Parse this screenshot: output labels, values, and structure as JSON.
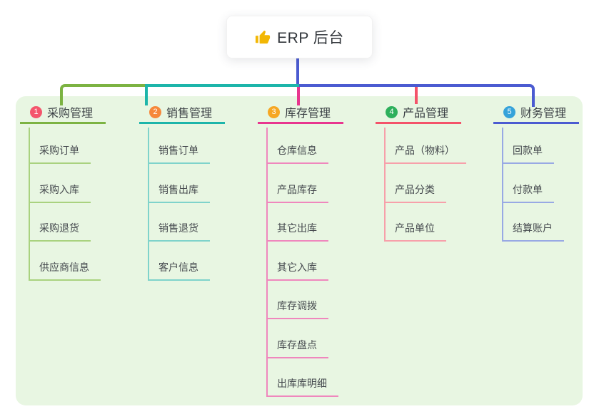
{
  "root": {
    "label": "ERP 后台",
    "icon": "thumbs-up-icon"
  },
  "theme": {
    "canvas_bg": "#ffffff",
    "panel_bg": "#e8f6e2",
    "root_connector_color": "#4b5bd1",
    "root_card_bg": "#ffffff",
    "topic_text_color": "#3a3f44",
    "child_text_color": "#45494e",
    "icon_color": "#f2b705"
  },
  "branches": [
    {
      "badge": "1",
      "badge_color": "#f4566c",
      "label": "采购管理",
      "line_color": "#7cb342",
      "child_line_color": "#a9d27f",
      "children": [
        "采购订单",
        "采购入库",
        "采购退货",
        "供应商信息"
      ]
    },
    {
      "badge": "2",
      "badge_color": "#f6883b",
      "label": "销售管理",
      "line_color": "#1db5aa",
      "child_line_color": "#7fd3cb",
      "children": [
        "销售订单",
        "销售出库",
        "销售退货",
        "客户信息"
      ]
    },
    {
      "badge": "3",
      "badge_color": "#f6a723",
      "label": "库存管理",
      "line_color": "#e8368f",
      "child_line_color": "#ef87bd",
      "children": [
        "仓库信息",
        "产品库存",
        "其它出库",
        "其它入库",
        "库存调拨",
        "库存盘点",
        "出库库明细"
      ]
    },
    {
      "badge": "4",
      "badge_color": "#2eb05c",
      "label": "产品管理",
      "line_color": "#f4536a",
      "child_line_color": "#f7a0aa",
      "children": [
        "产品（物料）",
        "产品分类",
        "产品单位"
      ]
    },
    {
      "badge": "5",
      "badge_color": "#36a3da",
      "label": "财务管理",
      "line_color": "#4b5bd1",
      "child_line_color": "#98a9e4",
      "children": [
        "回款单",
        "付款单",
        "结算账户"
      ]
    }
  ]
}
